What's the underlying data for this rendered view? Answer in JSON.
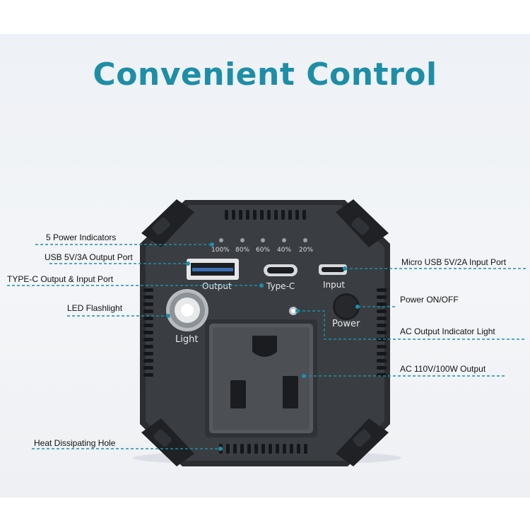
{
  "title": "Convenient Control",
  "accent": "#1e8ea6",
  "device": {
    "indicators": [
      "100%",
      "80%",
      "60%",
      "40%",
      "20%"
    ],
    "output_label": "Output",
    "typec_label": "Type-C",
    "input_label": "Input",
    "light_label": "Light",
    "power_label": "Power"
  },
  "labels": {
    "power_indicators": "5 Power Indicators",
    "usb_output": "USB 5V/3A Output Port",
    "typec": "TYPE-C Output & Input Port",
    "led_flashlight": "LED Flashlight",
    "heat_hole": "Heat Dissipating Hole",
    "micro_usb": "Micro USB 5V/2A Input Port",
    "power_onoff": "Power ON/OFF",
    "ac_indicator": "AC Output Indicator Light",
    "ac_output": "AC 110V/100W Output"
  },
  "icons": [
    "usb-a-port-icon",
    "usb-c-port-icon",
    "micro-usb-port-icon",
    "flashlight-icon",
    "power-button-icon",
    "ac-outlet-icon",
    "indicator-light-icon"
  ]
}
